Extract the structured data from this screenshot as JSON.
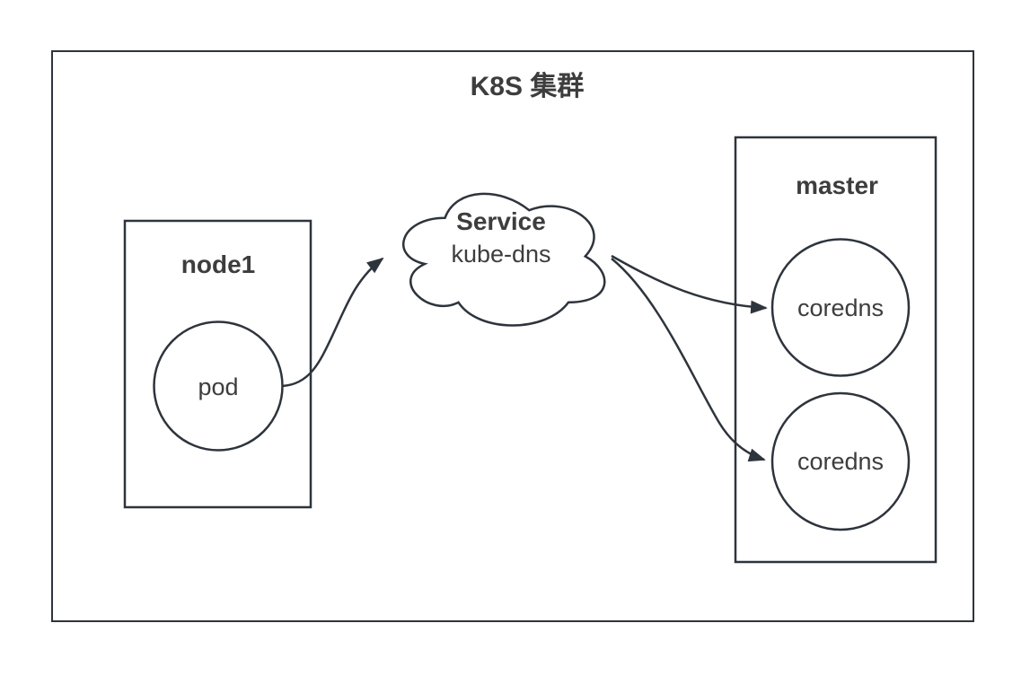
{
  "title": "K8S 集群",
  "nodes": {
    "node1_box": {
      "label": "node1",
      "shape": "rectangle"
    },
    "pod": {
      "label": "pod",
      "shape": "circle"
    },
    "service_cloud": {
      "label": "Service",
      "sublabel": "kube-dns",
      "shape": "cloud"
    },
    "master_box": {
      "label": "master",
      "shape": "rectangle"
    },
    "coredns_a": {
      "label": "coredns",
      "shape": "circle"
    },
    "coredns_b": {
      "label": "coredns",
      "shape": "circle"
    }
  },
  "edges": [
    {
      "from": "pod",
      "to": "service_cloud",
      "directed": true
    },
    {
      "from": "service_cloud",
      "to": "coredns_a",
      "directed": true
    },
    {
      "from": "service_cloud",
      "to": "coredns_b",
      "directed": true
    }
  ],
  "colors": {
    "stroke": "#2e343c",
    "text": "#3d3d3d",
    "background": "#ffffff"
  }
}
